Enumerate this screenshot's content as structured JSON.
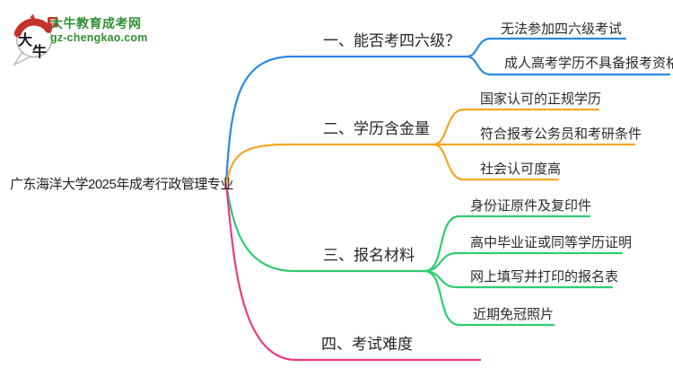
{
  "logo": {
    "title": "大牛教育成考网",
    "subtitle": "gz-chengkao.com",
    "bubble_char_top": "大",
    "bubble_char_bottom": "牛",
    "brand_green": "#2f9033",
    "brand_red": "#c5322c"
  },
  "root": {
    "label": "广东海洋大学2025年成考行政管理专业"
  },
  "branches": [
    {
      "label": "一、能否考四六级？",
      "color": "#2b87e4",
      "children": [
        "无法参加四六级考试",
        "成人高考学历不具备报考资格"
      ]
    },
    {
      "label": "二、学历含金量",
      "color": "#f5a623",
      "children": [
        "国家认可的正规学历",
        "符合报考公务员和考研条件",
        "社会认可度高"
      ]
    },
    {
      "label": "三、报名材料",
      "color": "#2ecc71",
      "children": [
        "身份证原件及复印件",
        "高中毕业证或同等学历证明",
        "网上填写并打印的报名表",
        "近期免冠照片"
      ]
    },
    {
      "label": "四、考试难度",
      "color": "#ef3a7d",
      "children": []
    }
  ]
}
